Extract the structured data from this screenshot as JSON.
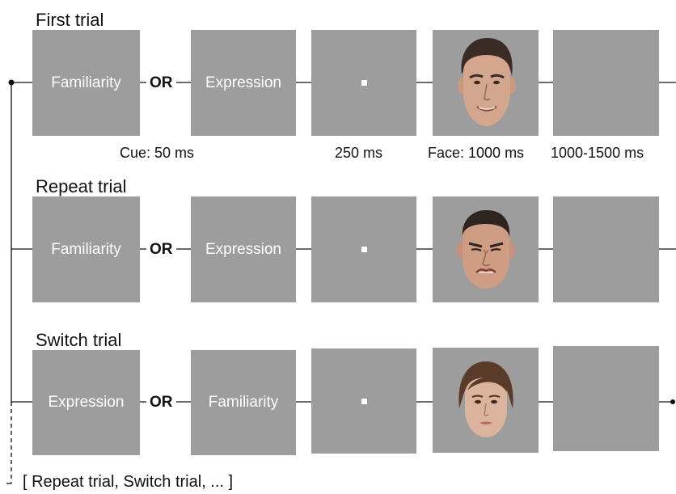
{
  "rows": [
    {
      "title": "First trial",
      "cue_left": "Familiarity",
      "connector": "OR",
      "cue_right": "Expression",
      "face": "male-face-smiling"
    },
    {
      "title": "Repeat trial",
      "cue_left": "Familiarity",
      "connector": "OR",
      "cue_right": "Expression",
      "face": "male-face-disgust"
    },
    {
      "title": "Switch trial",
      "cue_left": "Expression",
      "connector": "OR",
      "cue_right": "Familiarity",
      "face": "female-face-neutral"
    }
  ],
  "timings": {
    "cue": "Cue: 50 ms",
    "fixation": "250 ms",
    "face": "Face: 1000 ms",
    "blank": "1000-1500 ms"
  },
  "footer": "[ Repeat trial, Switch trial, ... ]",
  "colors": {
    "panel": "#9d9d9d",
    "line": "#111111",
    "text_on_panel": "#ffffff"
  }
}
